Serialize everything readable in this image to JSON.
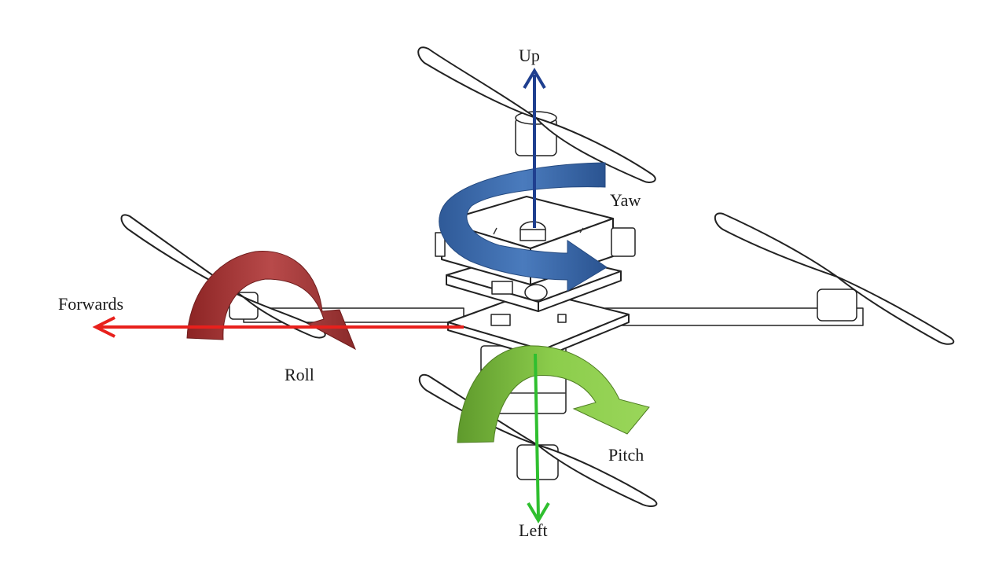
{
  "labels": {
    "up": "Up",
    "yaw": "Yaw",
    "forwards": "Forwards",
    "roll": "Roll",
    "pitch": "Pitch",
    "left": "Left"
  },
  "colors": {
    "up_axis": "#1f3f8f",
    "forwards_axis": "#e8201c",
    "left_axis": "#2fbf2f",
    "yaw_arrow": "#3a67a8",
    "roll_arrow": "#9b3030",
    "pitch_arrow": "#79b83a",
    "line_art": "#222222"
  }
}
